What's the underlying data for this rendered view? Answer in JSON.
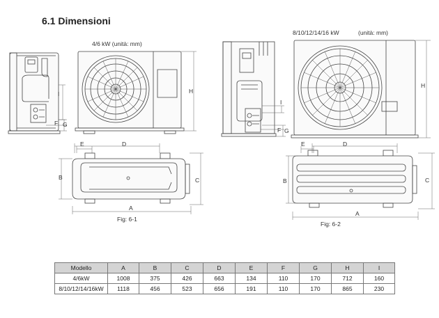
{
  "section_title": "6.1 Dimensioni",
  "figure1": {
    "heading": "4/6 kW (unità: mm)",
    "caption": "Fig: 6-1"
  },
  "figure2": {
    "heading_model": "8/10/12/14/16 kW",
    "heading_unit": "(unità: mm)",
    "caption": "Fig: 6-2"
  },
  "dim_letters": {
    "a": "A",
    "b": "B",
    "c": "C",
    "d": "D",
    "e": "E",
    "f": "F",
    "g": "G",
    "h": "H",
    "i": "I"
  },
  "table": {
    "headers": [
      "Modello",
      "A",
      "B",
      "C",
      "D",
      "E",
      "F",
      "G",
      "H",
      "I"
    ],
    "rows": [
      [
        "4/6kW",
        "1008",
        "375",
        "426",
        "663",
        "134",
        "110",
        "170",
        "712",
        "160"
      ],
      [
        "8/10/12/14/16kW",
        "1118",
        "456",
        "523",
        "656",
        "191",
        "110",
        "170",
        "865",
        "230"
      ]
    ]
  }
}
